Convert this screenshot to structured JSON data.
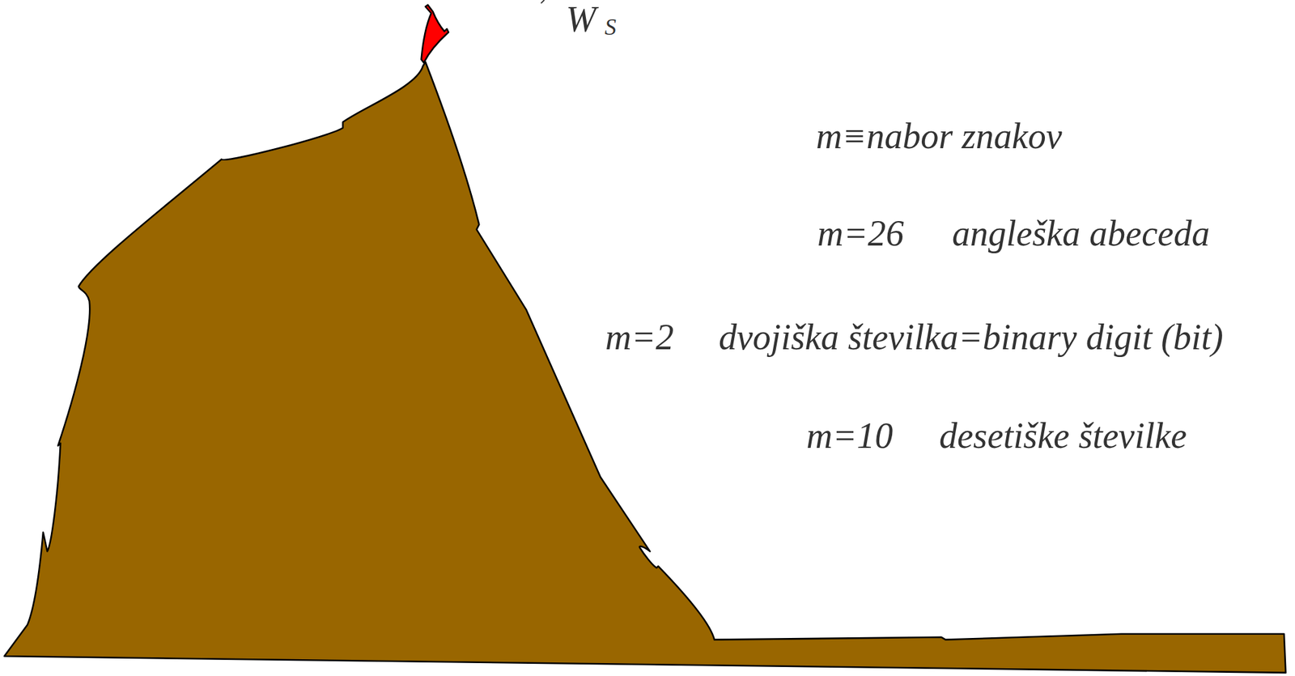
{
  "diagram": {
    "labels": [
      "W",
      "S",
      "m≡nabor znakov",
      "m=26",
      "angleška abeceda",
      "m=2",
      "dvojiška številka=binary digit (bit)",
      "m=10",
      "desetiške številke"
    ]
  }
}
